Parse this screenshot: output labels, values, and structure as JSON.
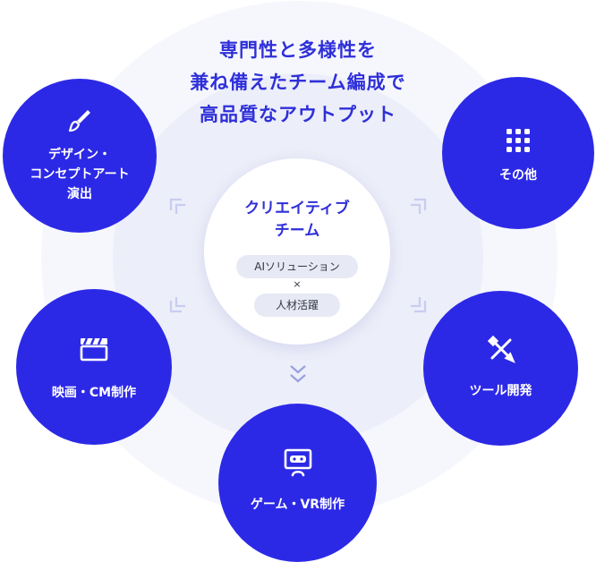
{
  "headline": {
    "line1": "専門性と多様性を",
    "line2": "兼ね備えたチーム編成で",
    "line3": "高品質なアウトプット"
  },
  "center": {
    "title_line1": "クリエイティブ",
    "title_line2": "チーム",
    "pill_ai": "AIソリューション",
    "cross": "×",
    "pill_hr": "人材活躍"
  },
  "nodes": {
    "design": {
      "line1": "デザイン・",
      "line2": "コンセプトアート",
      "line3": "演出",
      "icon": "brush-icon"
    },
    "other": {
      "label": "その他",
      "icon": "grid-dots-icon"
    },
    "film": {
      "label": "映画・CM制作",
      "icon": "clapperboard-icon"
    },
    "tools": {
      "label": "ツール開発",
      "icon": "tools-icon"
    },
    "game": {
      "label": "ゲーム・VR制作",
      "icon": "vr-monitor-icon"
    }
  },
  "colors": {
    "accent": "#2c29e6",
    "headline": "#2f2fd9",
    "arrow": "#c9cdf0"
  }
}
